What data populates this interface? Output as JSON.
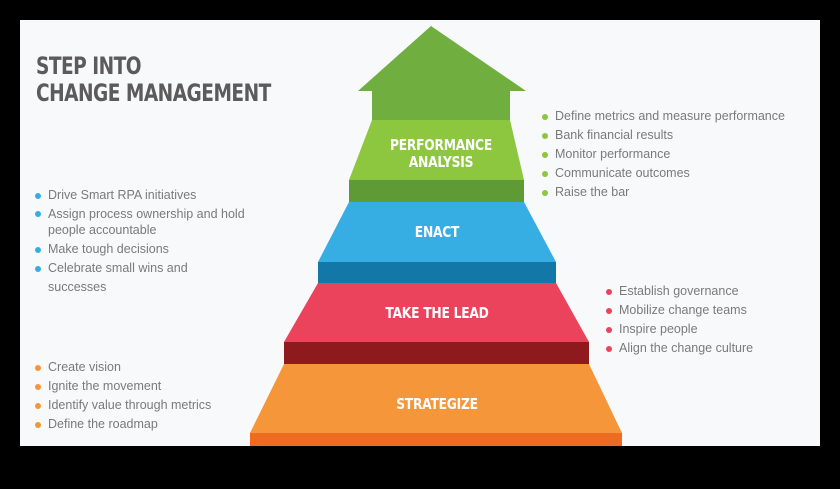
{
  "title": {
    "line1": "STEP INTO",
    "line2": "CHANGE MANAGEMENT"
  },
  "colors": {
    "background": "#f8f9fb",
    "title": "#5b5b5b",
    "text": "#7a7a7a",
    "green": "#8dc63f",
    "green_dark": "#5e9a35",
    "arrow": "#6fae3f",
    "blue": "#36aee3",
    "blue_dark": "#1377a8",
    "red": "#ea435b",
    "red_dark": "#8f1a1e",
    "orange": "#f5963a",
    "orange_dark": "#ee6b22"
  },
  "tiers": [
    {
      "id": "performance-analysis",
      "label_line1": "PERFORMANCE",
      "label_line2": "ANALYSIS",
      "color": "#8dc63f",
      "bullets": [
        "Define metrics and measure performance",
        "Bank financial results",
        "Monitor performance",
        "Communicate outcomes",
        "Raise the bar"
      ]
    },
    {
      "id": "enact",
      "label": "ENACT",
      "color": "#36aee3",
      "bullets": [
        "Drive Smart RPA initiatives",
        "Assign process ownership and hold people accountable",
        "Make tough decisions",
        "Celebrate small wins and successes"
      ]
    },
    {
      "id": "take-the-lead",
      "label": "TAKE THE LEAD",
      "color": "#ea435b",
      "bullets": [
        "Establish governance",
        "Mobilize change teams",
        "Inspire people",
        "Align the change culture"
      ]
    },
    {
      "id": "strategize",
      "label": "STRATEGIZE",
      "color": "#f5963a",
      "bullets": [
        "Create vision",
        "Ignite the movement",
        "Identify value through metrics",
        "Define the roadmap"
      ]
    }
  ]
}
